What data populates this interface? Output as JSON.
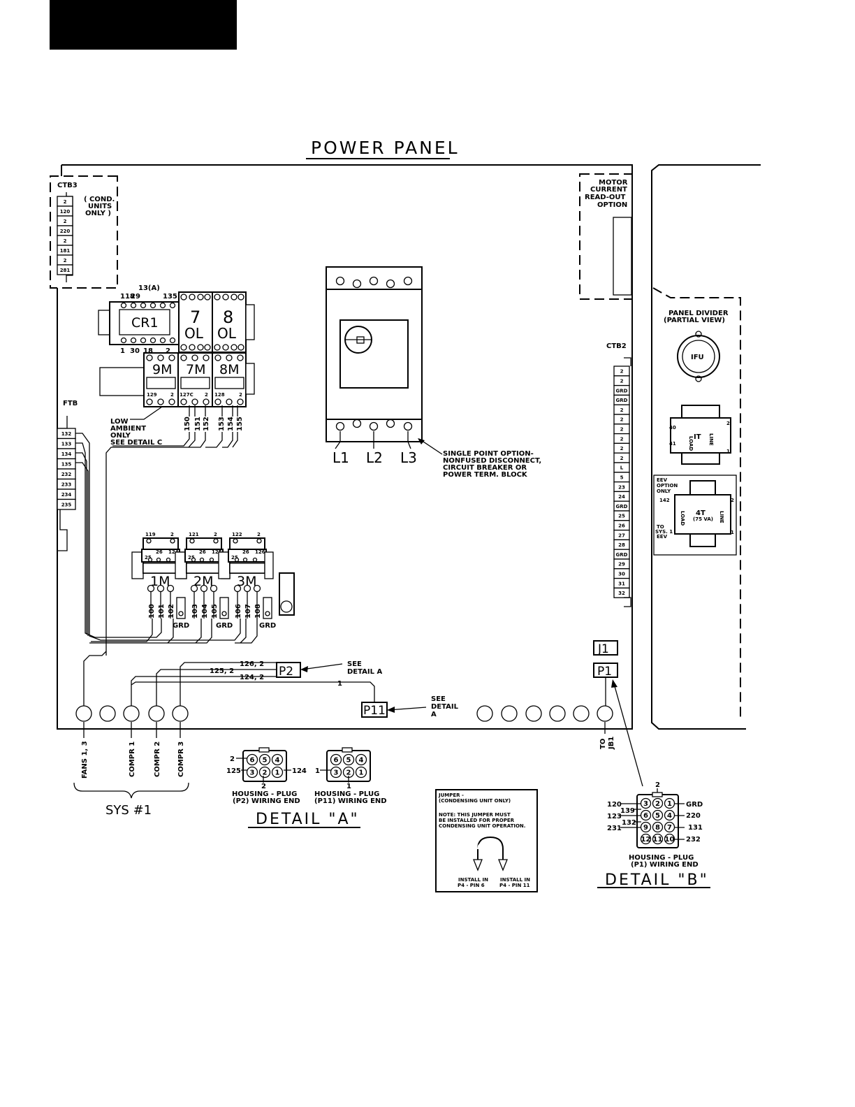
{
  "header": {
    "black_tab": ""
  },
  "title": "POWER PANEL",
  "ctb3": {
    "label": "CTB3",
    "note": [
      "( COND.",
      "UNITS",
      "ONLY )"
    ],
    "terminals": [
      "2",
      "120",
      "2",
      "220",
      "2",
      "181",
      "2",
      "281"
    ]
  },
  "ftb": {
    "label": "FTB",
    "terminals": [
      "132",
      "133",
      "134",
      "135",
      "232",
      "233",
      "234",
      "235"
    ]
  },
  "ctb2": {
    "label": "CTB2",
    "terminals": [
      "2",
      "2",
      "GRD",
      "GRD",
      "2",
      "2",
      "2",
      "2",
      "2",
      "2",
      "L",
      "5",
      "23",
      "24",
      "GRD",
      "25",
      "26",
      "27",
      "28",
      "GRD",
      "29",
      "30",
      "31",
      "32"
    ]
  },
  "motor_current": [
    "MOTOR",
    "CURRENT",
    "READ-OUT",
    "OPTION"
  ],
  "relays": {
    "cr1": "CR1",
    "cr1_top": [
      "118",
      "29",
      "13(A)",
      "135"
    ],
    "cr1_bottom": [
      "1",
      "30",
      "18",
      "2"
    ],
    "ol7": [
      "7",
      "OL"
    ],
    "ol8": [
      "8",
      "OL"
    ],
    "m9": "9M",
    "m7": "7M",
    "m8": "8M",
    "small_9m": [
      "129",
      "2"
    ],
    "small_7m": [
      "127C",
      "2"
    ],
    "small_8m": [
      "128",
      "2"
    ],
    "wires_top": [
      "150",
      "151",
      "152",
      "153",
      "154",
      "155"
    ]
  },
  "low_ambient": [
    "LOW",
    "AMBIENT",
    "ONLY",
    "SEE DETAIL C"
  ],
  "disconnect": {
    "lines": [
      "L1",
      "L2",
      "L3"
    ],
    "note": [
      "SINGLE POINT OPTION-",
      "NONFUSED DISCONNECT,",
      "CIRCUIT BREAKER OR",
      "POWER TERM. BLOCK"
    ]
  },
  "contactors": [
    {
      "label": "1M",
      "top": [
        "119",
        "2"
      ],
      "mid": [
        "26",
        "25",
        "124"
      ],
      "wires": [
        "100",
        "101",
        "102"
      ]
    },
    {
      "label": "2M",
      "top": [
        "121",
        "2"
      ],
      "mid": [
        "26",
        "25",
        "125"
      ],
      "wires": [
        "103",
        "104",
        "105"
      ]
    },
    {
      "label": "3M",
      "top": [
        "122",
        "2"
      ],
      "mid": [
        "26",
        "25",
        "126"
      ],
      "wires": [
        "106",
        "107",
        "108"
      ]
    }
  ],
  "grd": "GRD",
  "panel_divider": [
    "PANEL DIVIDER",
    "(PARTIAL VIEW)"
  ],
  "ifu": "IFU",
  "transformer_1t": {
    "label": "IT",
    "left": [
      "40",
      "41"
    ],
    "right": [
      "2",
      "1"
    ],
    "load": "LOAD",
    "line": "LINE"
  },
  "transformer_4t": {
    "option": [
      "EEV",
      "OPTION",
      "ONLY"
    ],
    "label": "4T",
    "va": "(75 VA)",
    "left": "142",
    "left2": [
      "TO",
      "SYS. 1",
      "EEV"
    ],
    "load": "LOAD",
    "line": "LINE",
    "right": [
      "2",
      "1"
    ]
  },
  "connectors": {
    "j1": "J1",
    "p1": "P1",
    "p2": "P2",
    "p11": "P11"
  },
  "p2_wires": [
    "126, 2",
    "125, 2",
    "124, 2"
  ],
  "p11_wire": "1",
  "see_detail_a": [
    "SEE",
    "DETAIL A"
  ],
  "see_detail_a2": [
    "SEE",
    "DETAIL",
    "A"
  ],
  "bottom_labels": [
    "FANS 1, 3",
    "COMPR 1",
    "COMPR 2",
    "COMPR 3"
  ],
  "to_jb1": [
    "TO",
    "JB1"
  ],
  "sys": "SYS #1",
  "detail_a": {
    "p2_pins_top": [
      "6",
      "5",
      "4"
    ],
    "p2_pins_bottom": [
      "3",
      "2",
      "1"
    ],
    "p2_left": [
      "2",
      "125"
    ],
    "p2_right": "124",
    "p2_below": "2",
    "p2_caption": [
      "HOUSING - PLUG",
      "(P2) WIRING END"
    ],
    "p11_pins_top": [
      "6",
      "5",
      "4"
    ],
    "p11_pins_bottom": [
      "3",
      "2",
      "1"
    ],
    "p11_left": "1",
    "p11_below": "1",
    "p11_caption": [
      "HOUSING - PLUG",
      "(P11) WIRING END"
    ],
    "title": "DETAIL \"A\""
  },
  "jumper": {
    "title": [
      "JUMPER -",
      "(CONDENSING UNIT ONLY)"
    ],
    "note": [
      "NOTE:  THIS JUMPER MUST",
      "BE INSTALLED FOR PROPER",
      "CONDENSING UNIT OPERATION."
    ],
    "install_left": [
      "INSTALL IN",
      "P4 - PIN 6"
    ],
    "install_right": [
      "INSTALL IN",
      "P4 - PIN 11"
    ]
  },
  "detail_b": {
    "top": "2",
    "pins": [
      [
        "3",
        "2",
        "1"
      ],
      [
        "6",
        "5",
        "4"
      ],
      [
        "9",
        "8",
        "7"
      ],
      [
        "12",
        "11",
        "10"
      ]
    ],
    "left": [
      "120",
      "139",
      "123",
      "132",
      "231"
    ],
    "right": [
      "GRD",
      "220",
      "131",
      "232"
    ],
    "caption": [
      "HOUSING - PLUG",
      "(P1) WIRING END"
    ],
    "title": "DETAIL \"B\""
  }
}
